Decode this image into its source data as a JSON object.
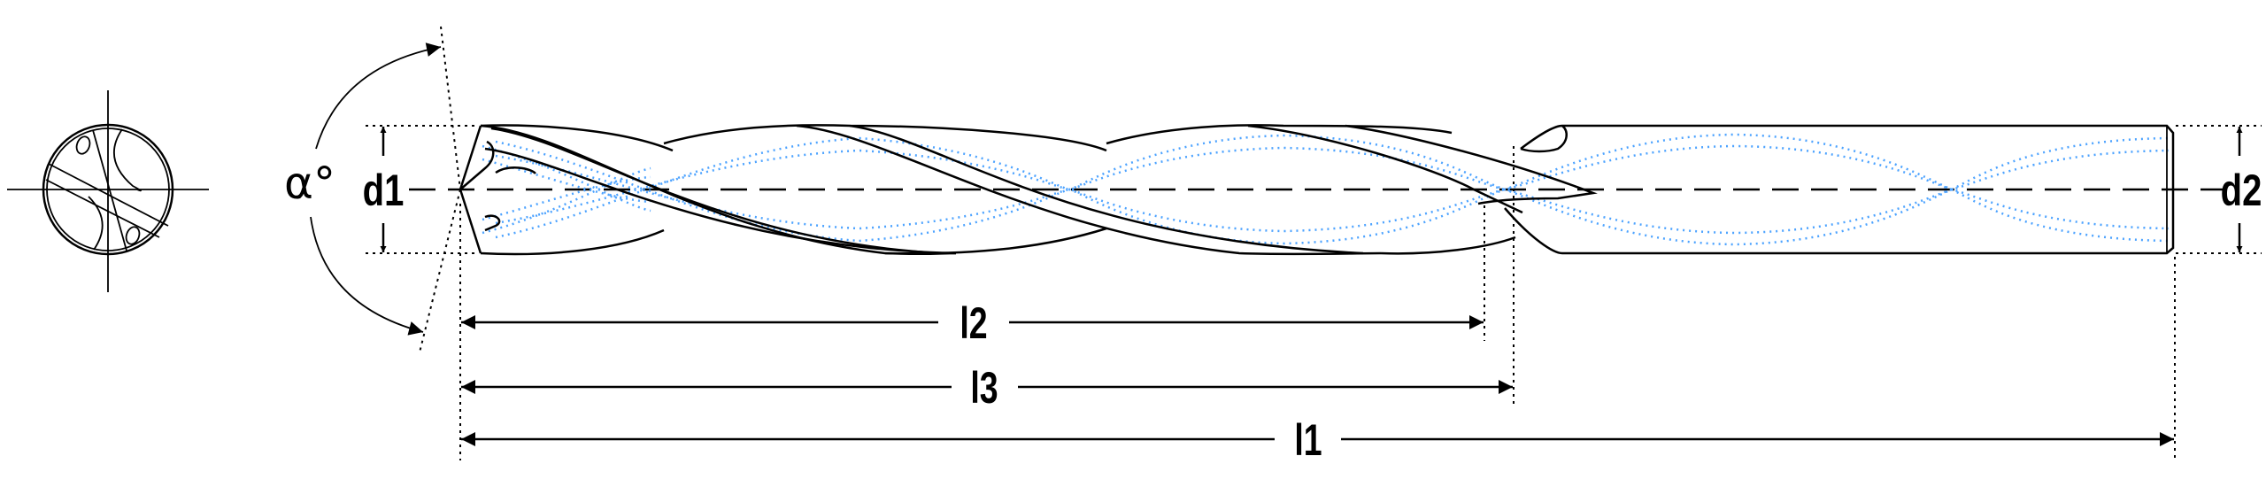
{
  "diagram": {
    "title_labels": {
      "angle": "α°",
      "d1": "d1",
      "d2": "d2",
      "l1": "l1",
      "l2": "l2",
      "l3": "l3"
    },
    "colors": {
      "outline": "#000000",
      "coolant_channel": "#4da3ff"
    }
  }
}
